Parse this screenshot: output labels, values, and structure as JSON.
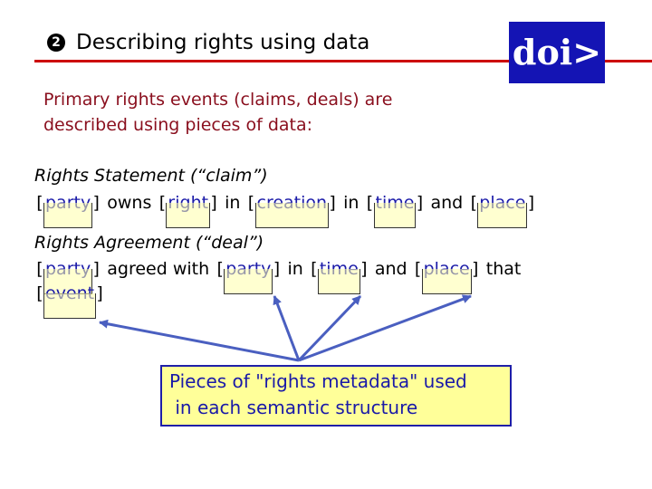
{
  "slide": {
    "number": "2",
    "title": "Describing rights using data",
    "logo": "doi>",
    "intro": [
      "Primary rights events (claims, deals) are",
      "described using pieces of data:"
    ]
  },
  "claim": {
    "heading": "Rights Statement (“claim”)",
    "party": "party",
    "owns": "owns",
    "right": "right",
    "in": "in",
    "creation": "creation",
    "time": "time",
    "and": "and",
    "place": "place"
  },
  "deal": {
    "heading": "Rights Agreement (“deal”)",
    "party1": "party",
    "agreed_with": "agreed with",
    "party2": "party",
    "in": "in",
    "time": "time",
    "and": "and",
    "place": "place",
    "that": "that",
    "event": "event"
  },
  "callout": {
    "lines": [
      "Pieces of \"rights metadata\" used",
      " in each semantic structure"
    ]
  },
  "colors": {
    "accent_rule": "#cc0000",
    "logo_bg": "#1414b4",
    "intro_text": "#8a0f1e",
    "token_text": "#1a1aa8",
    "callout_bg": "#ffff99",
    "arrow": "#4a5fc0"
  }
}
